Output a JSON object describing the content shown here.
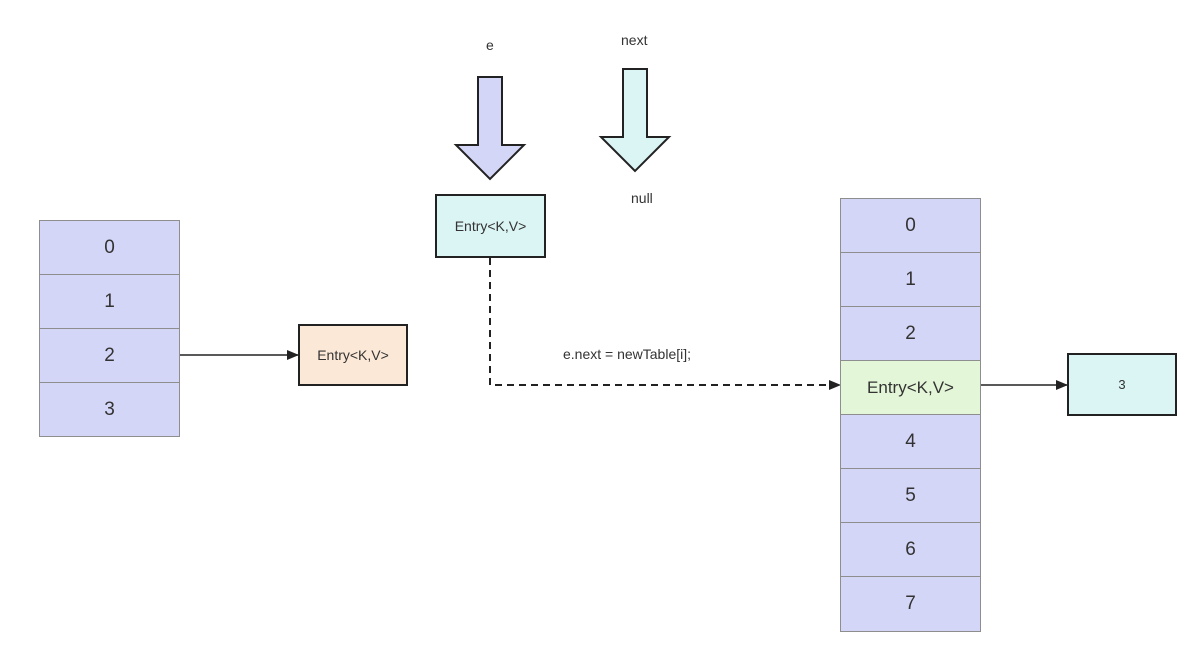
{
  "old_table": {
    "cells": [
      "0",
      "1",
      "2",
      "3"
    ],
    "cell_color": "#d4d6f7"
  },
  "old_entry": {
    "label": "Entry<K,V>",
    "color": "#fce8d6"
  },
  "pointer_e": {
    "label": "e",
    "arrow_color": "#d4d6f7"
  },
  "pointer_next": {
    "label": "next",
    "arrow_color": "#dbf4f4",
    "target_label": "null"
  },
  "moving_entry": {
    "label": "Entry<K,V>",
    "color": "#dbf4f4"
  },
  "operation": {
    "label": "e.next = newTable[i];"
  },
  "new_table": {
    "cells": [
      "0",
      "1",
      "2",
      "Entry<K,V>",
      "4",
      "5",
      "6",
      "7"
    ],
    "cell_color": "#d4d6f7",
    "highlight_color": "#e4f6d8"
  },
  "chained_entry": {
    "label": "3",
    "color": "#dbf4f4"
  }
}
